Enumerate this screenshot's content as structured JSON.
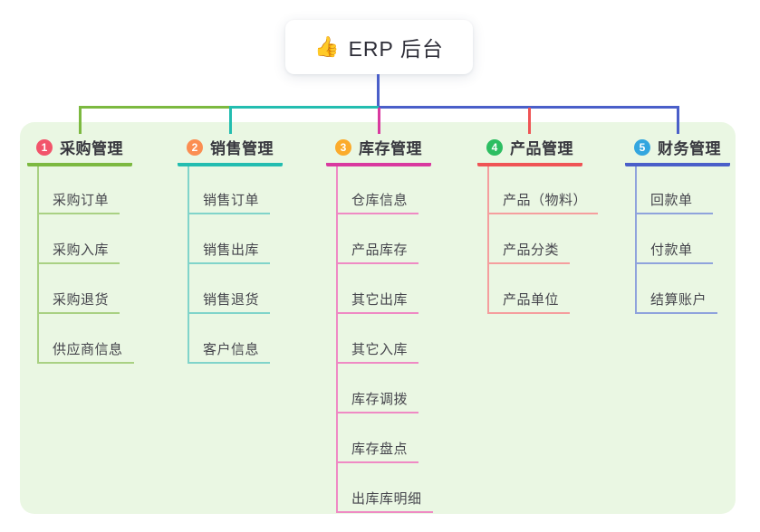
{
  "root": {
    "icon": "thumbs-up-emoji",
    "icon_char": "👍",
    "label": "ERP 后台"
  },
  "colors": {
    "canvas_background": "#eaf7e3",
    "root_stem": "#4a5fc9"
  },
  "branches": [
    {
      "number": "1",
      "label": "采购管理",
      "badge_color": "#f2546b",
      "accent": "#7cb940",
      "child_line_color": "#a9d183",
      "children": [
        "采购订单",
        "采购入库",
        "采购退货",
        "供应商信息"
      ]
    },
    {
      "number": "2",
      "label": "销售管理",
      "badge_color": "#fb8e52",
      "accent": "#23bdb0",
      "child_line_color": "#80d4ca",
      "children": [
        "销售订单",
        "销售出库",
        "销售退货",
        "客户信息"
      ]
    },
    {
      "number": "3",
      "label": "库存管理",
      "badge_color": "#fbab2c",
      "accent": "#d9399f",
      "child_line_color": "#ef8ac4",
      "children": [
        "仓库信息",
        "产品库存",
        "其它出库",
        "其它入库",
        "库存调拨",
        "库存盘点",
        "出库库明细"
      ]
    },
    {
      "number": "4",
      "label": "产品管理",
      "badge_color": "#2dbe62",
      "accent": "#ef5455",
      "child_line_color": "#f59e9e",
      "children": [
        "产品（物料）",
        "产品分类",
        "产品单位"
      ]
    },
    {
      "number": "5",
      "label": "财务管理",
      "badge_color": "#33a6df",
      "accent": "#4a5fc9",
      "child_line_color": "#8fa3dc",
      "children": [
        "回款单",
        "付款单",
        "结算账户"
      ]
    }
  ]
}
